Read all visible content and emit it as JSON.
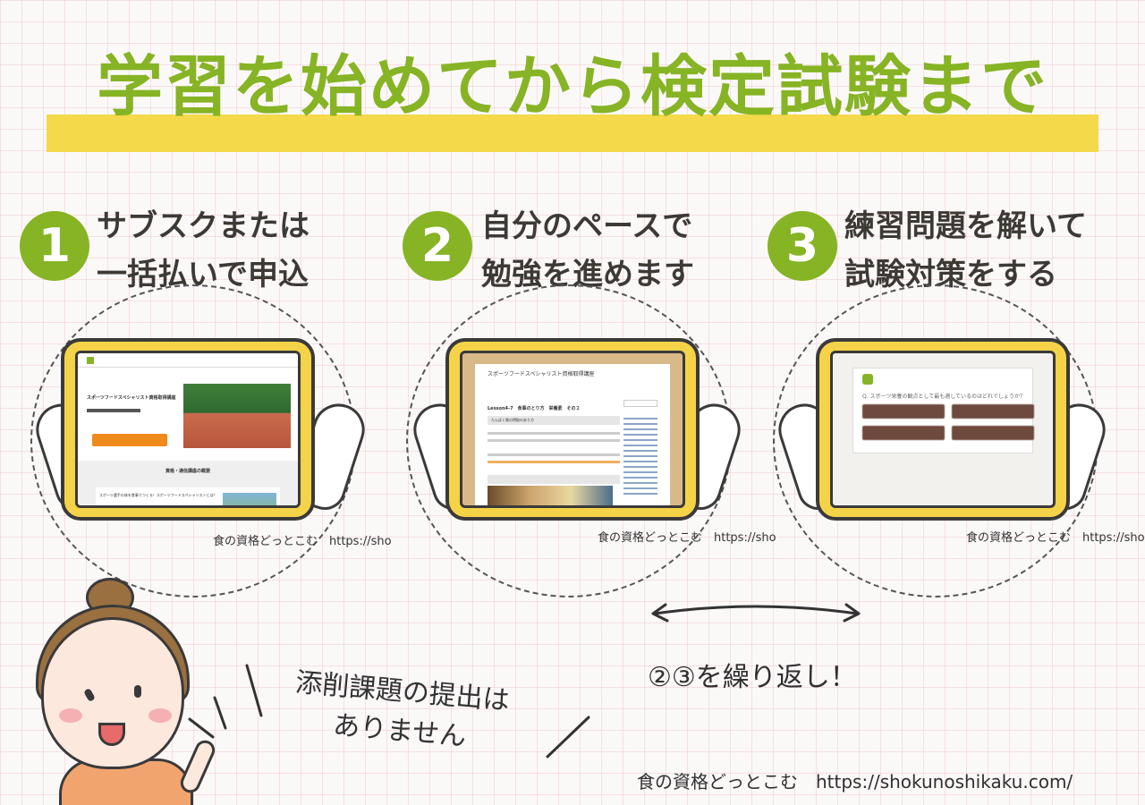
{
  "title": "学習を始めてから検定試験まで",
  "steps": [
    {
      "number": "1",
      "line1": "サブスクまたは",
      "line2": "一括払いで申込"
    },
    {
      "number": "2",
      "line1": "自分のペースで",
      "line2": "勉強を進めます"
    },
    {
      "number": "3",
      "line1": "練習問題を解いて",
      "line2": "試験対策をする"
    }
  ],
  "credit": "食の資格どっとこむ　https://sho",
  "screen1": {
    "course_title": "スポーツフードスペシャリスト資格取得講座",
    "section_heading": "資格・通信講座の概要",
    "card_title": "スポーツ選手の体を食事でつくる！スポーツフードスペシャリストとは？"
  },
  "screen2": {
    "site_title": "スポーツフードスペシャリスト資格取得講座",
    "lesson_title": "Lesson4-7　食事のとり方　栄養素　その２",
    "subheading": "たんぱく質の摂取のあり方"
  },
  "screen3": {
    "question": "Q. スポーツ栄養の観点として最も適しているのはどれでしょうか？"
  },
  "repeat_text": "②③を繰り返し！",
  "note": {
    "line1": "添削課題の提出は",
    "line2": "ありません"
  },
  "footer": "食の資格どっとこむ　https://shokunoshikaku.com/",
  "colors": {
    "accent_green": "#86b424",
    "highlight_yellow": "#f4d94a",
    "tablet_frame": "#f5d348"
  }
}
